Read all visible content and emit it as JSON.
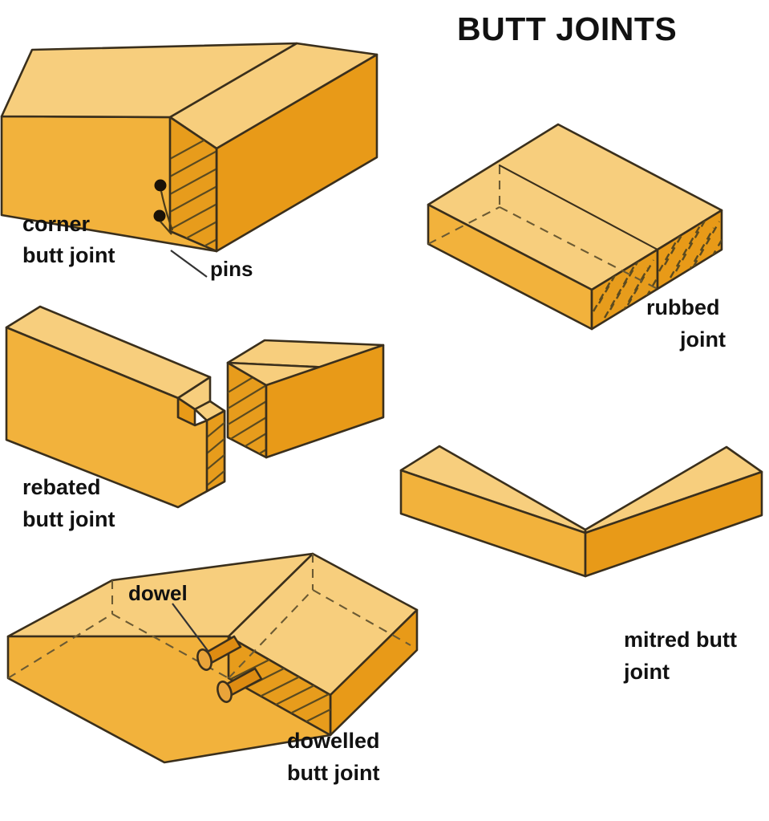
{
  "title": "BUTT JOINTS",
  "palette": {
    "background": "#FFFFFF",
    "wood_top_light": "#F7CE7D",
    "wood_front_mid": "#F2B23C",
    "wood_side_dark": "#E89A18",
    "wood_end_hatch_fill": "#E79C1C",
    "dowel_fill": "#DE8C12",
    "dowel_end": "#E9A43A",
    "outline": "#3A2F1C",
    "hidden_line": "#6B5A33",
    "hatch": "#5A4A20",
    "text": "#111111"
  },
  "figures": [
    {
      "id": "corner-butt-joint",
      "label": "corner\nbutt joint",
      "label_line1": "corner",
      "label_line2": "butt joint",
      "callout": "pins",
      "description": "Two rectangular timbers meeting at a right angle; the end grain of one piece is hatched and two pins are driven through the face."
    },
    {
      "id": "rubbed-joint",
      "label": "rubbed\njoint",
      "label_line1": "rubbed",
      "label_line2": "joint",
      "description": "Two flat boards glued edge to edge forming a wide panel, hidden glue line shown dashed, end grain hatched."
    },
    {
      "id": "rebated-butt-joint",
      "label": "rebated\nbutt joint",
      "label_line1": "rebated",
      "label_line2": "butt joint",
      "description": "A long board with a rebate (step) cut at its end, shown apart from a matching square section block with hatched end grain."
    },
    {
      "id": "dowelled-butt-joint",
      "label": "dowelled\nbutt joint",
      "label_line1": "dowelled",
      "label_line2": "butt joint",
      "callout": "dowel",
      "description": "Two boards meeting at a right angle joined with two protruding cylindrical wooden dowels; hidden dowel holes shown dashed."
    },
    {
      "id": "mitred-butt-joint",
      "label": "mitred butt\njoint",
      "label_line1": "mitred butt",
      "label_line2": "joint",
      "description": "Two boards meeting at a right angle with both ends cut at 45 degrees so no end grain shows."
    }
  ]
}
